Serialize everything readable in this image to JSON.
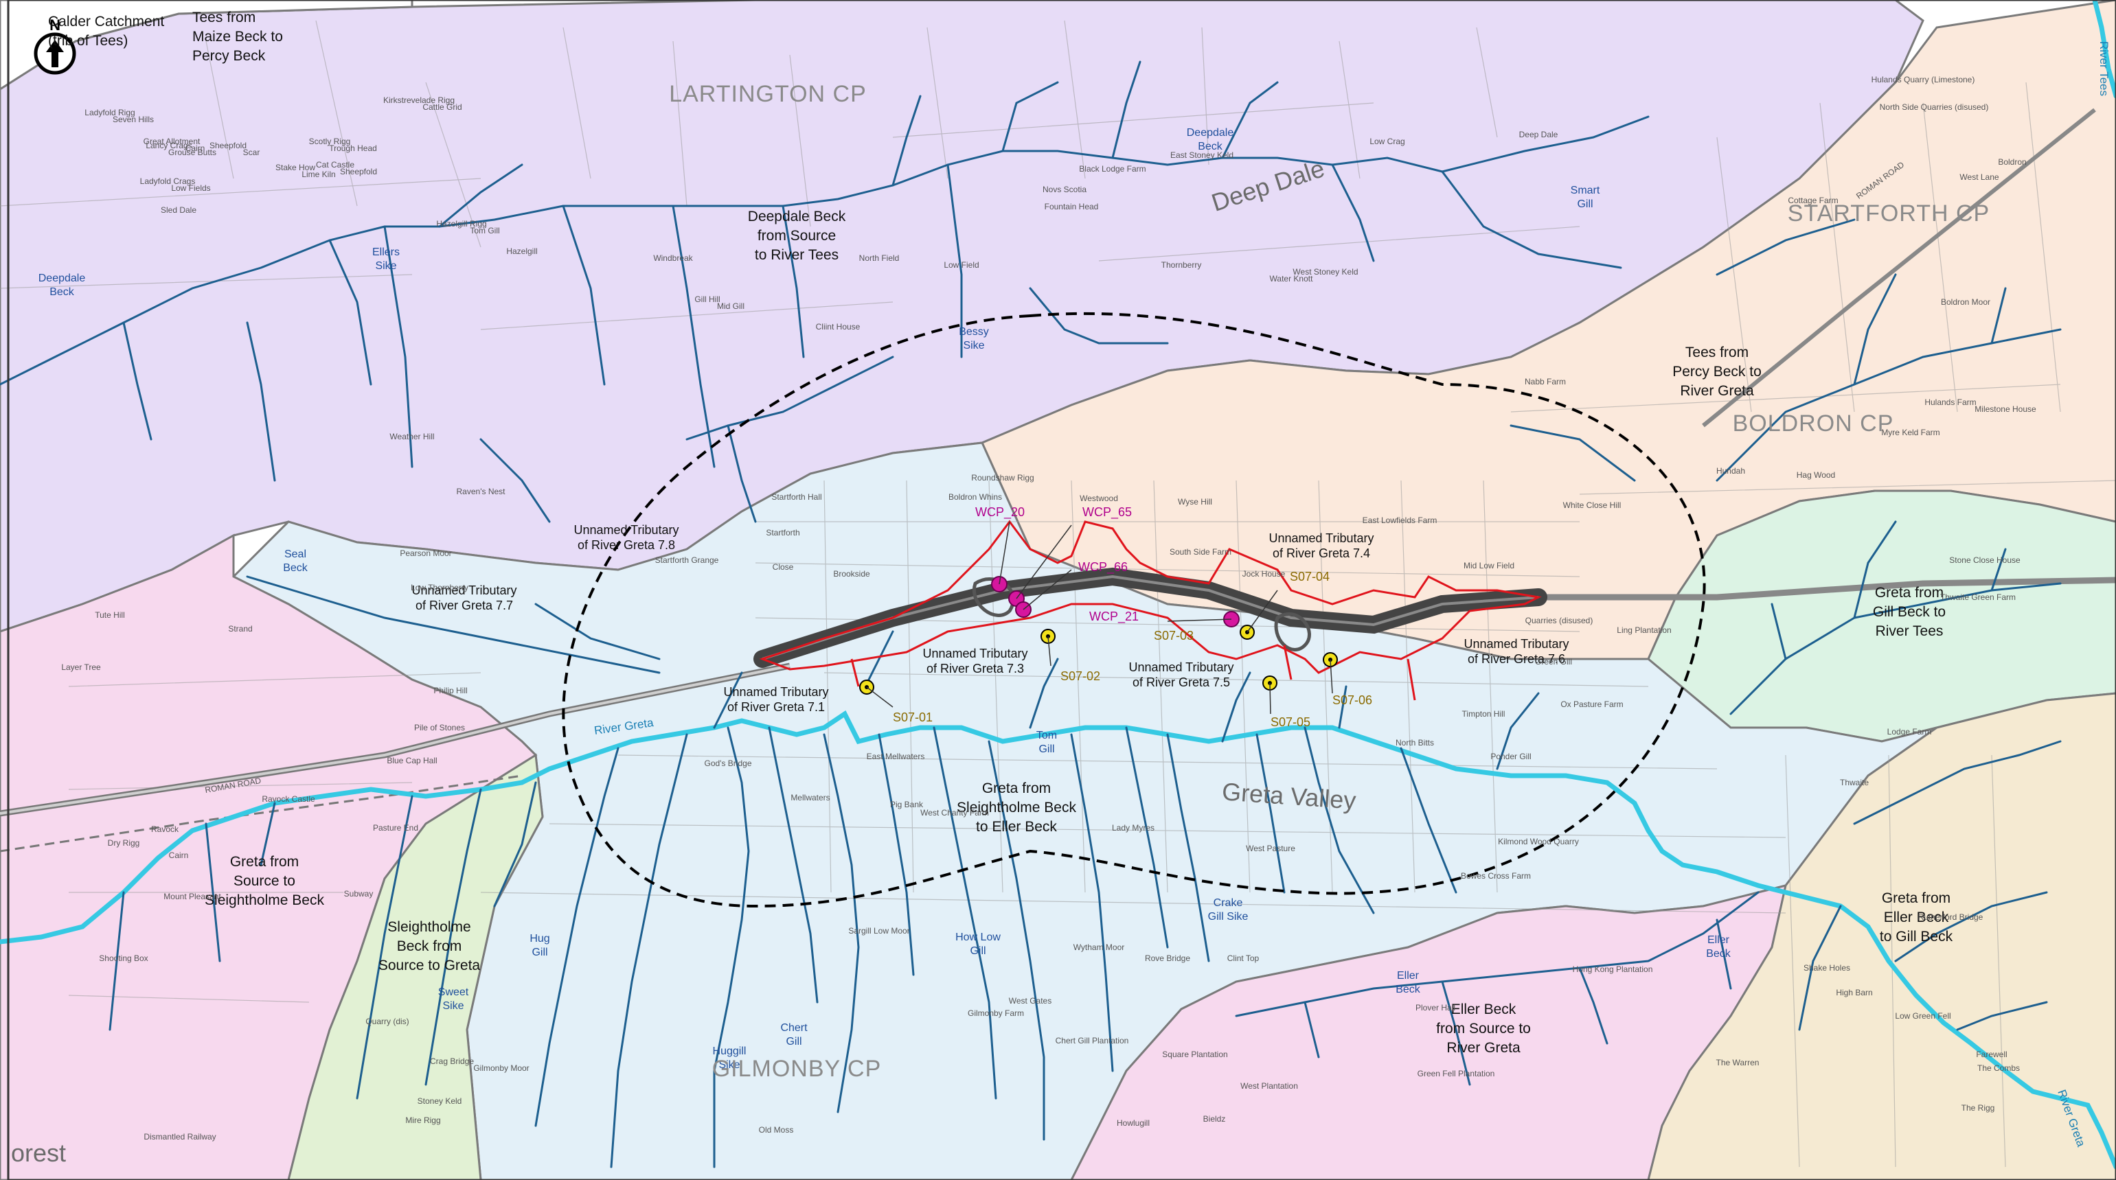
{
  "map": {
    "north_arrow_label": "N",
    "catchments": [
      {
        "id": "calder",
        "label": "Calder Catchment\n(trib of Tees)",
        "color": "#ffffff"
      },
      {
        "id": "tees_maize",
        "label": "Tees from\nMaize Beck to\nPercy Beck",
        "color": "#ffffff"
      },
      {
        "id": "deepdale",
        "label": "Deepdale Beck\nfrom Source\nto River Tees",
        "color": "#e7dcf7"
      },
      {
        "id": "tees_percy",
        "label": "Tees from\nPercy Beck to\nRiver Greta",
        "color": "#fbe9dc"
      },
      {
        "id": "greta_gill_tees",
        "label": "Greta from\nGill Beck to\nRiver Tees",
        "color": "#dcf3e4"
      },
      {
        "id": "greta_sleightholme_eller",
        "label": "Greta from\nSleightholme Beck\nto Eller Beck",
        "color": "#e3f0f8"
      },
      {
        "id": "greta_source",
        "label": "Greta from\nSource to\nSleightholme Beck",
        "color": "#f7d9ee"
      },
      {
        "id": "sleightholme",
        "label": "Sleightholme\nBeck from\nSource to Greta",
        "color": "#e2f1d4"
      },
      {
        "id": "eller",
        "label": "Eller Beck\nfrom Source to\nRiver Greta",
        "color": "#f7d9ee"
      },
      {
        "id": "greta_eller_gill",
        "label": "Greta from\nEller Beck\nto Gill Beck",
        "color": "#f5ead2"
      }
    ],
    "tributaries": [
      {
        "id": "t78",
        "label": "Unnamed Tributary\nof River Greta 7.8"
      },
      {
        "id": "t77",
        "label": "Unnamed Tributary\nof River Greta 7.7"
      },
      {
        "id": "t71",
        "label": "Unnamed Tributary\nof River Greta 7.1"
      },
      {
        "id": "t73",
        "label": "Unnamed Tributary\nof River Greta 7.3"
      },
      {
        "id": "t75",
        "label": "Unnamed Tributary\nof River Greta 7.5"
      },
      {
        "id": "t74",
        "label": "Unnamed Tributary\nof River Greta 7.4"
      },
      {
        "id": "t76",
        "label": "Unnamed Tributary\nof River Greta 7.6"
      }
    ],
    "named_watercourses": [
      {
        "id": "deepdale_beck_w",
        "label": "Deepdale\nBeck"
      },
      {
        "id": "ellers_sike",
        "label": "Ellers\nSike"
      },
      {
        "id": "bessy_sike",
        "label": "Bessy\nSike"
      },
      {
        "id": "deepdale_beck_n",
        "label": "Deepdale\nBeck"
      },
      {
        "id": "smart_gill",
        "label": "Smart\nGill"
      },
      {
        "id": "seal_beck",
        "label": "Seal\nBeck"
      },
      {
        "id": "hug_gill",
        "label": "Hug\nGill"
      },
      {
        "id": "sweet_sike",
        "label": "Sweet\nSike"
      },
      {
        "id": "huggill_sike",
        "label": "Huggill\nSike"
      },
      {
        "id": "chert_gill",
        "label": "Chert\nGill"
      },
      {
        "id": "how_low_gill",
        "label": "How Low\nGill"
      },
      {
        "id": "crake_gill_sike",
        "label": "Crake\nGill Sike"
      },
      {
        "id": "eller_beck_a",
        "label": "Eller\nBeck"
      },
      {
        "id": "eller_beck_b",
        "label": "Eller\nBeck"
      },
      {
        "id": "tom_gill",
        "label": "Tom\nGill"
      }
    ],
    "rivers": [
      {
        "id": "greta_label",
        "label": "River Greta"
      },
      {
        "id": "river_tees_ne",
        "label": "River Tees"
      },
      {
        "id": "river_greta_se",
        "label": "River Greta"
      }
    ],
    "parishes": [
      {
        "id": "lartington",
        "label": "LARTINGTON CP"
      },
      {
        "id": "startforth",
        "label": "STARTFORTH CP"
      },
      {
        "id": "boldron",
        "label": "BOLDRON CP"
      },
      {
        "id": "gilmonby",
        "label": "GILMONBY CP"
      }
    ],
    "place_names": [
      {
        "id": "deep_dale",
        "label": "Deep Dale"
      },
      {
        "id": "greta_valley",
        "label": "Greta Valley"
      },
      {
        "id": "forest",
        "label": "orest"
      },
      {
        "id": "roman_road_w",
        "label": "ROMAN ROAD"
      },
      {
        "id": "roman_road_ne",
        "label": "ROMAN ROAD"
      }
    ],
    "base_map_text": [
      "Ladyfold Rigg",
      "Kirkstrevelade Rigg",
      "Scotly Rigg",
      "Sheepfold",
      "Cat Castle",
      "Lancy Crags",
      "Ladyfold Crags",
      "Great Allotment",
      "Stake How",
      "Hazelgill Rigg",
      "Gill Hill",
      "Novs Scotia",
      "Low Crag",
      "Deep Dale",
      "Sled Dale",
      "Hazelgill",
      "Windbreak",
      "North Field",
      "Thornberry",
      "Water Knott",
      "West Stoney Keld",
      "East Stoney Keld",
      "Fountain Head",
      "Nabb Farm",
      "Weather Hill",
      "Raven's Nest",
      "Low Thornberry",
      "Strand",
      "Tute Hill",
      "Layer Tree",
      "Philip Hill",
      "Pile of Stones",
      "Ravock Castle",
      "Ravock",
      "Cairn",
      "Dry Rigg",
      "Mount Pleasant",
      "Pasture End",
      "Subway",
      "Blue Cap Hall",
      "God's Bridge",
      "Mellwaters",
      "East Mellwaters",
      "Pig Bank",
      "West Charity Farm",
      "Lady Myres",
      "West Pasture",
      "Gilmonby Farm",
      "Rove Bridge",
      "West Gates",
      "Chert Gill Plantation",
      "Square Plantation",
      "Howlugill",
      "Plover Hall",
      "West Plantation",
      "Green Fell Plantation",
      "Hong Kong Plantation",
      "Shake Holes",
      "Low Green Fell",
      "Farewell",
      "The Rigg",
      "The Combs",
      "The Warren",
      "High Barn",
      "Rutherford Bridge",
      "Thwaite",
      "Lodge Farm",
      "Stone Close House",
      "Thwaite Green Farm",
      "Ling Plantation",
      "Quarries (disused)",
      "Green Gill",
      "Ox Pasture Farm",
      "Timpton Hill",
      "North Bitts",
      "Ponder Gill",
      "Kilmond Wood Quarry",
      "Bowes Cross Farm",
      "South Side Farm",
      "Jock House",
      "East Lowfields Farm",
      "Mid Low Field",
      "White Close Hill",
      "Hundah",
      "Hag Wood",
      "Myre Keld Farm",
      "Milestone House",
      "Hulands Farm",
      "Hulands Quarry (Limestone)",
      "North Side Quarries (disused)",
      "West Lane",
      "Boldron",
      "Boldron Moor",
      "Cottage Farm",
      "Boldron Whins",
      "Startforth Hall",
      "Startforth",
      "Westwood",
      "Wyse Hill",
      "Pearson Moor",
      "Startforth Grange",
      "Close",
      "Brookside",
      "Cliint House",
      "Low Field",
      "Black Lodge Farm",
      "Roundshaw Rigg",
      "Old Moss",
      "Clint Top",
      "Bieldz",
      "Dismantled Railway",
      "Stoney Keld",
      "Crag Bridge",
      "Quarry (dis)",
      "Mire Rigg",
      "Shooting Box",
      "Gilmonby Moor",
      "Sargill Low Moor",
      "Wytham Moor",
      "Seven Hills",
      "Cattle Grid",
      "Trough Head",
      "Scar",
      "Sheepfold",
      "Grouse Butts",
      "Low Fields",
      "Cairn",
      "Lime Kiln",
      "Tom Gill",
      "Mid Gill"
    ],
    "scheme": {
      "wcp_points": [
        {
          "id": "WCP_20",
          "label": "WCP_20"
        },
        {
          "id": "WCP_65",
          "label": "WCP_65"
        },
        {
          "id": "WCP_66",
          "label": "WCP_66"
        },
        {
          "id": "WCP_21",
          "label": "WCP_21"
        }
      ],
      "s07_points": [
        {
          "id": "S07-01",
          "label": "S07-01"
        },
        {
          "id": "S07-02",
          "label": "S07-02"
        },
        {
          "id": "S07-03",
          "label": "S07-03"
        },
        {
          "id": "S07-04",
          "label": "S07-04"
        },
        {
          "id": "S07-05",
          "label": "S07-05"
        },
        {
          "id": "S07-06",
          "label": "S07-06"
        }
      ]
    },
    "colors": {
      "river_main": "#36c9e3",
      "watercourse": "#1d5f8f",
      "catchment_border": "#7a7a7a",
      "scheme_boundary": "#e0141c",
      "road_corridor": "#444444",
      "wcp": "#d6169e",
      "s07": "#f3e21b",
      "study_area": "#000000"
    }
  }
}
